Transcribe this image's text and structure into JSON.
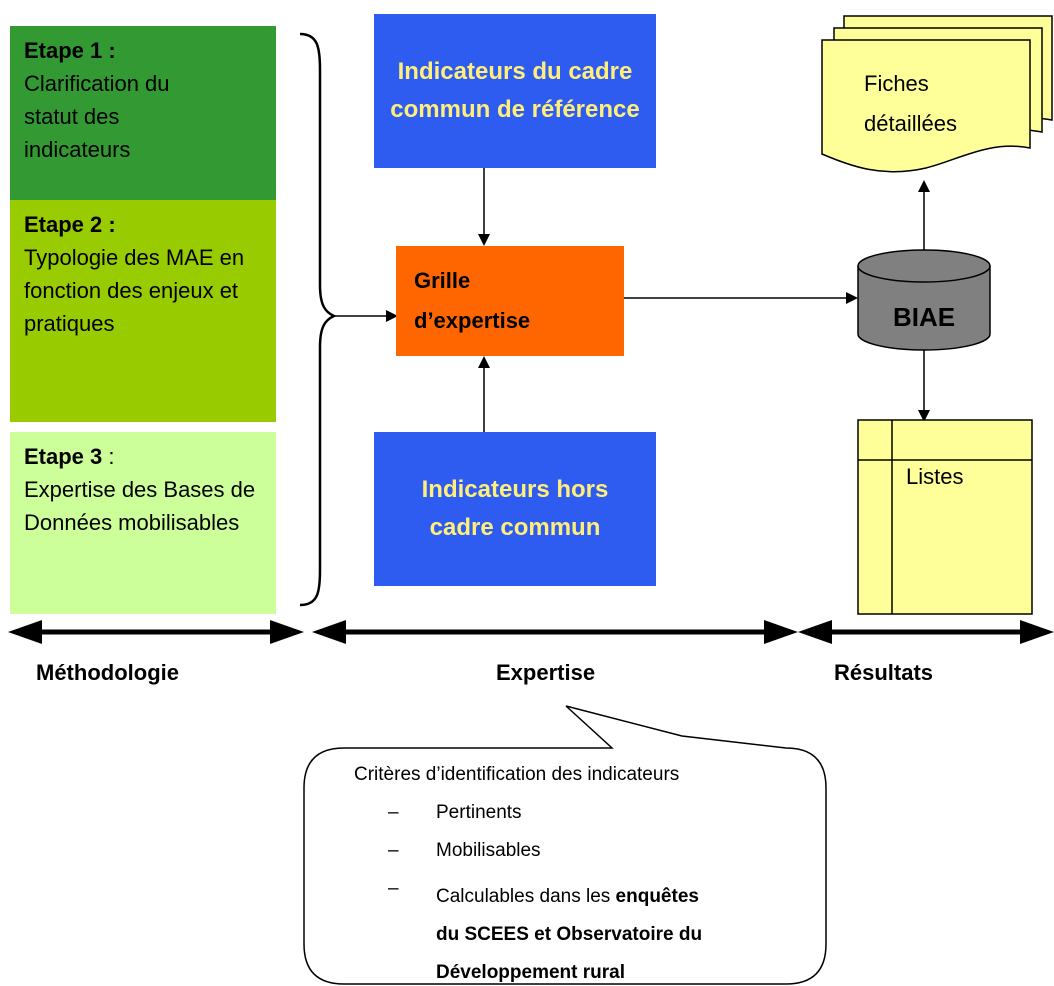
{
  "steps": [
    {
      "title": "Etape 1 :",
      "body": "Clarification du statut des indicateurs",
      "color": "#339933"
    },
    {
      "title": "Etape 2 :",
      "body": "Typologie des MAE en fonction des enjeux et pratiques",
      "color": "#99cc00"
    },
    {
      "title": "Etape 3",
      "title_suffix": " :",
      "body": "Expertise des Bases de Données mobilisables",
      "color": "#ccff99"
    }
  ],
  "blue_top": {
    "text": "Indicateurs du cadre commun de référence",
    "color": "#2f5cf0",
    "text_color": "#ffef7a"
  },
  "blue_bottom": {
    "text": "Indicateurs hors cadre commun"
  },
  "grille": {
    "line1": "Grille",
    "line2": "d’expertise",
    "color": "#ff6600"
  },
  "database": {
    "label": "BIAE",
    "color": "#808080"
  },
  "fiches": {
    "line1": "Fiches",
    "line2": "détaillées",
    "color": "#ffff99"
  },
  "listes": {
    "label": "Listes"
  },
  "phases": {
    "methodologie": "Méthodologie",
    "expertise": "Expertise",
    "resultats": "Résultats"
  },
  "callout": {
    "heading": "Critères d’identification des indicateurs",
    "items": [
      "Pertinents",
      "Mobilisables"
    ],
    "item3_plain": "Calculables dans les ",
    "item3_bold_a": "enquêtes",
    "item3_bold_b": "du SCEES et Observatoire du",
    "item3_bold_c": "Développement rural",
    "bullet": "–"
  }
}
